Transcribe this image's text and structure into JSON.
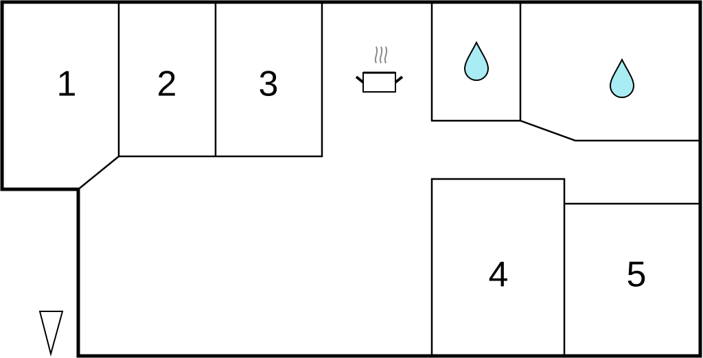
{
  "floorplan": {
    "rooms": [
      {
        "id": "room-1",
        "label": "1"
      },
      {
        "id": "room-2",
        "label": "2"
      },
      {
        "id": "room-3",
        "label": "3"
      },
      {
        "id": "room-4",
        "label": "4"
      },
      {
        "id": "room-5",
        "label": "5"
      }
    ],
    "icons": [
      {
        "name": "cooking-pot-icon",
        "meaning": "kitchen"
      },
      {
        "name": "water-drop-icon",
        "meaning": "bathroom"
      },
      {
        "name": "water-drop-icon",
        "meaning": "bathroom"
      },
      {
        "name": "north-arrow-icon",
        "meaning": "orientation"
      }
    ],
    "colors": {
      "wall": "#000000",
      "water_drop_fill": "#a9ecf3",
      "steam": "#888888",
      "background": "#ffffff"
    }
  }
}
